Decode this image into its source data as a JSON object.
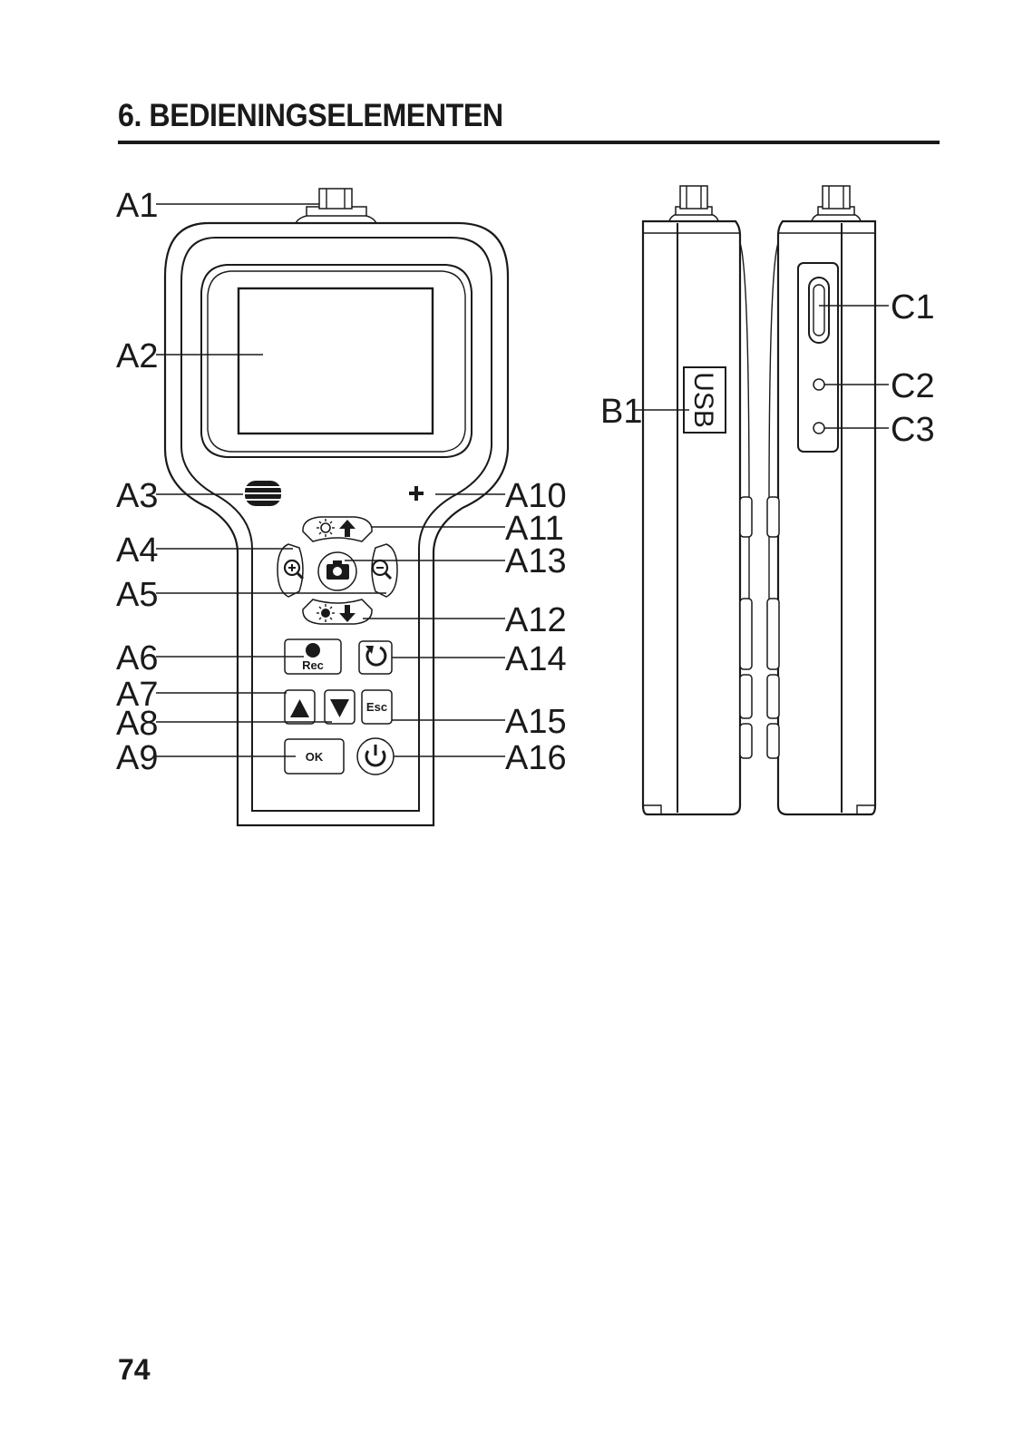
{
  "page": {
    "heading": "6. BEDIENINGSELEMENTEN",
    "page_number": "74"
  },
  "diagram": {
    "callouts": {
      "a1": "A1",
      "a2": "A2",
      "a3": "A3",
      "a4": "A4",
      "a5": "A5",
      "a6": "A6",
      "a7": "A7",
      "a8": "A8",
      "a9": "A9",
      "a10": "A10",
      "a11": "A11",
      "a12": "A12",
      "a13": "A13",
      "a14": "A14",
      "a15": "A15",
      "a16": "A16",
      "b1": "B1",
      "c1": "C1",
      "c2": "C2",
      "c3": "C3"
    },
    "buttons": {
      "rec": "Rec",
      "esc": "Esc",
      "ok": "OK",
      "usb": "USB"
    },
    "icons": [
      "speaker-grille-icon",
      "plus-icon",
      "brightness-up-icon",
      "zoom-in-icon",
      "camera-icon",
      "zoom-out-icon",
      "brightness-down-icon",
      "record-dot-icon",
      "rotate-icon",
      "arrow-up-icon",
      "arrow-down-icon",
      "power-icon"
    ]
  }
}
